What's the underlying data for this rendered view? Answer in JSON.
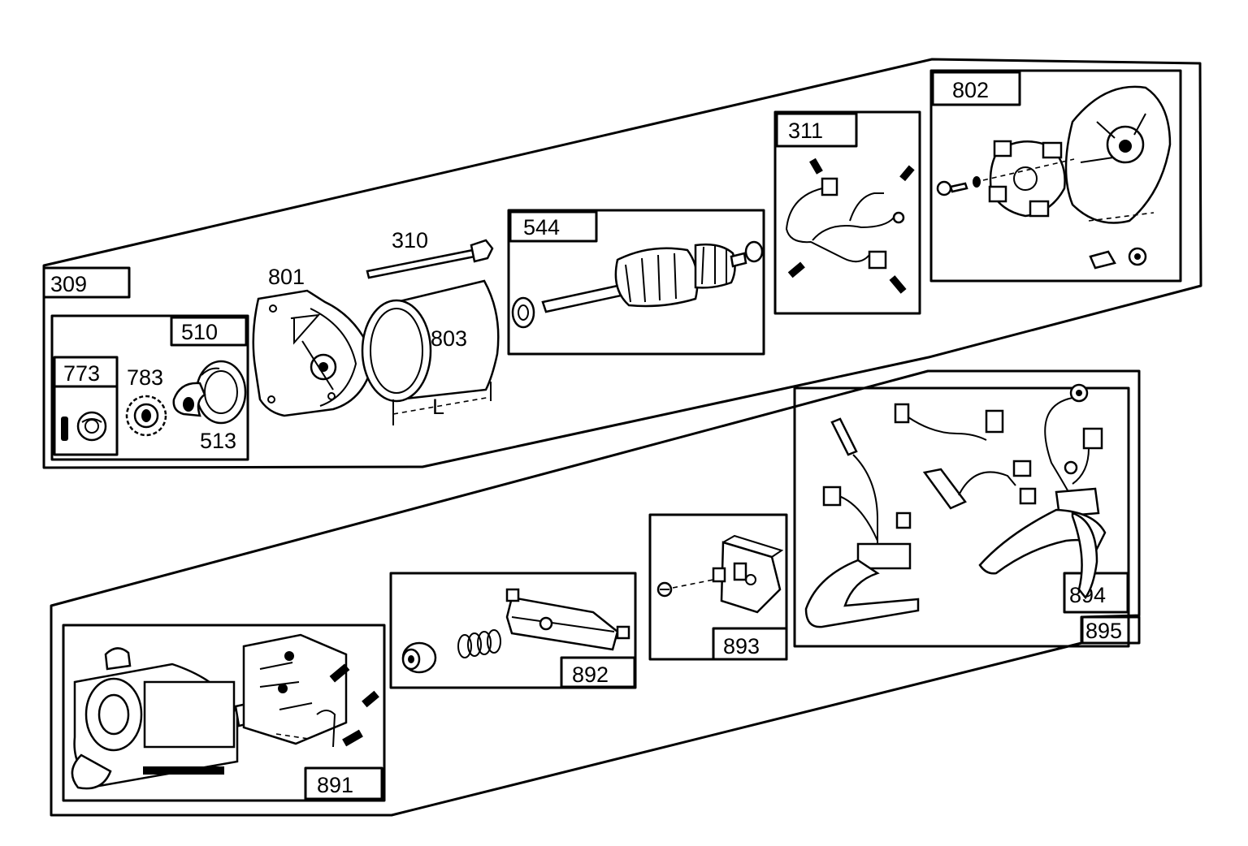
{
  "callouts": {
    "p309": "309",
    "p510": "510",
    "p773": "773",
    "p783": "783",
    "p513": "513",
    "p801": "801",
    "p310": "310",
    "p803": "803",
    "dim_L": "L",
    "p544": "544",
    "p311": "311",
    "p802": "802",
    "p891": "891",
    "p892": "892",
    "p893": "893",
    "p894": "894",
    "p895": "895"
  },
  "colors": {
    "ink": "#000000",
    "paper": "#ffffff"
  }
}
